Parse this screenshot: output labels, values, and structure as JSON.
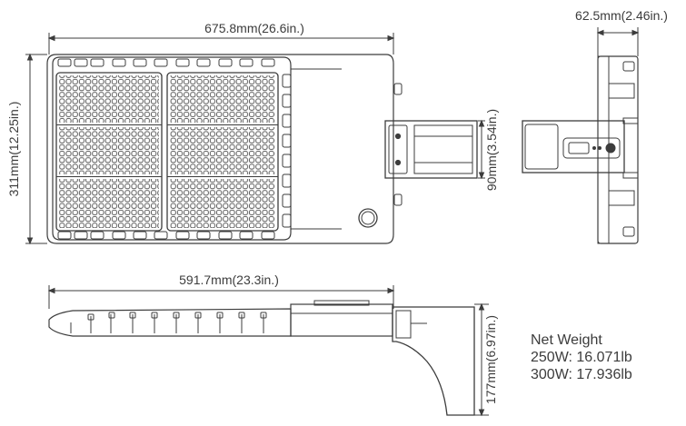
{
  "dimensions": {
    "top_width": "675.8mm(26.6in.)",
    "side_width": "62.5mm(2.46in.)",
    "top_height": "311mm(12.25in.)",
    "mount_height": "90mm(3.54in.)",
    "bottom_width": "591.7mm(23.3in.)",
    "bottom_height": "177mm(6.97in.)"
  },
  "net_weight": {
    "title": "Net Weight",
    "line_250": "250W: 16.071lb",
    "line_300": "300W: 17.936lb"
  },
  "colors": {
    "line": "#3c3c3c",
    "led": "#555555",
    "fill": "#ffffff"
  },
  "views": [
    "top-view",
    "end-view",
    "side-view"
  ]
}
